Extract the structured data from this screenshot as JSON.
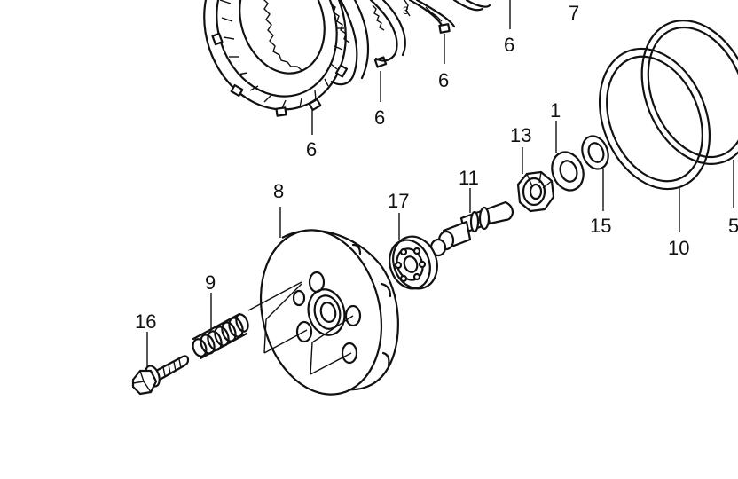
{
  "colors": {
    "line": "#111111",
    "background": "#ffffff"
  },
  "callouts": [
    {
      "id": "c-7",
      "text": "7"
    },
    {
      "id": "c-6a",
      "text": "6"
    },
    {
      "id": "c-6b",
      "text": "6"
    },
    {
      "id": "c-6c",
      "text": "6"
    },
    {
      "id": "c-6d",
      "text": "6"
    },
    {
      "id": "c-1",
      "text": "1"
    },
    {
      "id": "c-13",
      "text": "13"
    },
    {
      "id": "c-11",
      "text": "11"
    },
    {
      "id": "c-17",
      "text": "17"
    },
    {
      "id": "c-15",
      "text": "15"
    },
    {
      "id": "c-10",
      "text": "10"
    },
    {
      "id": "c-5",
      "text": "5"
    },
    {
      "id": "c-8",
      "text": "8"
    },
    {
      "id": "c-9",
      "text": "9"
    },
    {
      "id": "c-16",
      "text": "16"
    }
  ]
}
